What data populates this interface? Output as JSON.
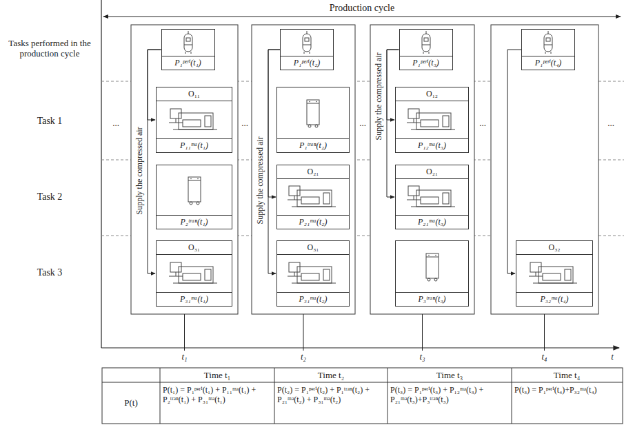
{
  "diagram": {
    "nodes": [
      {
        "text": [
          "P₁ᵖᵉʳⁱ(t₁)"
        ]
      },
      {
        "text": [
          "O₁₁",
          "P₁₁ᵐᵃ(t₁)"
        ]
      },
      {
        "text": [
          "P₂ᵗʳᵃⁿ(t₁)"
        ]
      },
      {
        "text": [
          "O₃₁",
          "P₃₁ᵐᵃ(t₁)"
        ]
      },
      {
        "text": [
          "P₁ᵖᵉʳⁱ(t₂)"
        ]
      },
      {
        "text": [
          "P₁ᵗʳᵃⁿ(t₂)"
        ]
      },
      {
        "text": [
          "O₂₁",
          "P₂₁ᵐᵃ(t₂)"
        ]
      },
      {
        "text": [
          "O₃₁",
          "P₃₁ᵐᵃ(t₂)"
        ]
      },
      {
        "text": [
          "P₁ᵖᵉʳⁱ(t₃)"
        ]
      },
      {
        "text": [
          "O₁₂",
          "P₁₂ᵐᵃ(t₃)"
        ]
      },
      {
        "text": [
          "O₂₁",
          "P₂₁ᵐᵃ(t₃)"
        ]
      },
      {
        "text": [
          "P₃ᵗʳᵃⁿ(t₃)"
        ]
      },
      {
        "text": [
          "P₁ᵖᵉʳⁱ(t₄)"
        ]
      },
      {
        "text": [
          "O₃₂",
          "P₃₂ᵐᵃ(t₄)"
        ]
      }
    ],
    "edges": [
      {
        "from": 0,
        "to": 1,
        "arrow": "to"
      },
      {
        "from": 0,
        "to": 3,
        "arrow": "to"
      },
      {
        "from": 4,
        "to": 6,
        "arrow": "to"
      },
      {
        "from": 4,
        "to": 7,
        "arrow": "to"
      },
      {
        "from": 8,
        "to": 9,
        "arrow": "to"
      },
      {
        "from": 8,
        "to": 10,
        "arrow": "to"
      },
      {
        "from": 12,
        "to": 13,
        "arrow": "to"
      }
    ],
    "labels": [
      "Production cycle",
      "Tasks performed in the production cycle",
      "Task 1",
      "Task 2",
      "Task 3",
      "...",
      "...",
      "...",
      "...",
      "...",
      "Supply the compressed air",
      "Supply the compressed air",
      "Supply the compressed air",
      "t₁",
      "t₂",
      "t₃",
      "t₄",
      "t",
      "P(t)",
      "Time t₁",
      "Time t₂",
      "Time t₃",
      "Time t₄",
      "P(t₁) = P₁ᵖᵉʳⁱ(t₁) + P₁₁ᵐᵃ(t₁) + P₂ᵗʳᵃⁿ(t₁) + P₃₁ᵐᵃ(t₁)",
      "P(t₂) = P₁ᵖᵉʳⁱ(t₂) + P₁ᵗʳᵃⁿ(t₂) + P₂₁ᵐᵃ(t₂) + P₃₁ᵐᵃ(t₂)",
      "P(t₃) = P₁ᵖᵉʳⁱ(t₃) + P₁₂ᵐᵃ(t₃) + P₂₁ᵐᵃ(t₃)+P₃ᵗʳᵃⁿ(t₃)",
      "P(t₃) = P₁ᵖᵉʳⁱ(t₄)+P₃₂ᵐᵃ(t₄)"
    ]
  }
}
